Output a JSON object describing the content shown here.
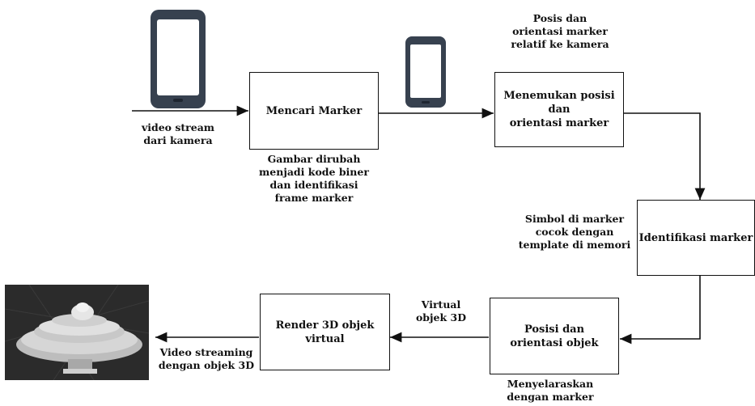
{
  "boxes": {
    "mencari": "Mencari Marker",
    "menemukan": "Menemukan posisi dan\norientasi marker",
    "identifikasi": "Identifikasi marker",
    "posisi_objek": "Posisi dan\norientasi objek",
    "render": "Render 3D objek\nvirtual"
  },
  "labels": {
    "video_stream": "video stream\ndari kamera",
    "gambar": "Gambar dirubah\nmenjadi kode biner\ndan identifikasi\nframe marker",
    "posisi_marker": "Posis dan\norientasi marker\nrelatif ke kamera",
    "simbol": "Simbol di marker\ncocok dengan\ntemplate di memori",
    "virtual_objek": "Virtual\nobjek 3D",
    "menyelaraskan": "Menyelaraskan\ndengan marker",
    "video_streaming": "Video streaming\ndengan objek 3D"
  },
  "icons": [
    "smartphone-icon",
    "smartphone-icon"
  ],
  "colors": {
    "phone_body": "#37414f",
    "phone_screen": "#ffffff",
    "line": "#111111",
    "render_bg": "#2b2b2b",
    "model": "#d0d0d0"
  }
}
